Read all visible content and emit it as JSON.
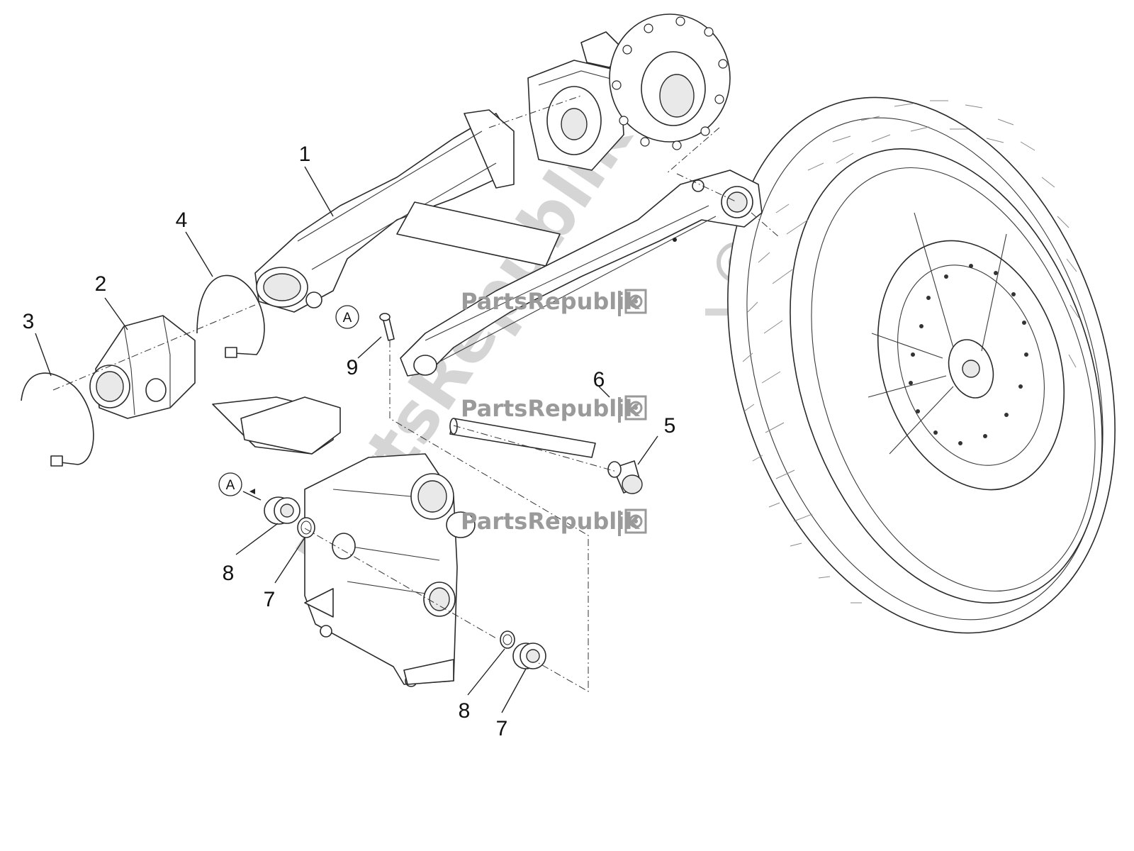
{
  "diagram": {
    "callouts": [
      {
        "id": "c1",
        "label": "1"
      },
      {
        "id": "c2",
        "label": "2"
      },
      {
        "id": "c3",
        "label": "3"
      },
      {
        "id": "c4",
        "label": "4"
      },
      {
        "id": "c5",
        "label": "5"
      },
      {
        "id": "c6",
        "label": "6"
      },
      {
        "id": "c7a",
        "label": "7"
      },
      {
        "id": "c7b",
        "label": "7"
      },
      {
        "id": "c8a",
        "label": "8"
      },
      {
        "id": "c8b",
        "label": "8"
      },
      {
        "id": "c9",
        "label": "9"
      }
    ],
    "reference_marks": [
      {
        "id": "ra1",
        "label": "A"
      },
      {
        "id": "ra2",
        "label": "A"
      }
    ]
  },
  "watermark": {
    "text": "PartsRepublik",
    "color": "#9a9a9a"
  }
}
